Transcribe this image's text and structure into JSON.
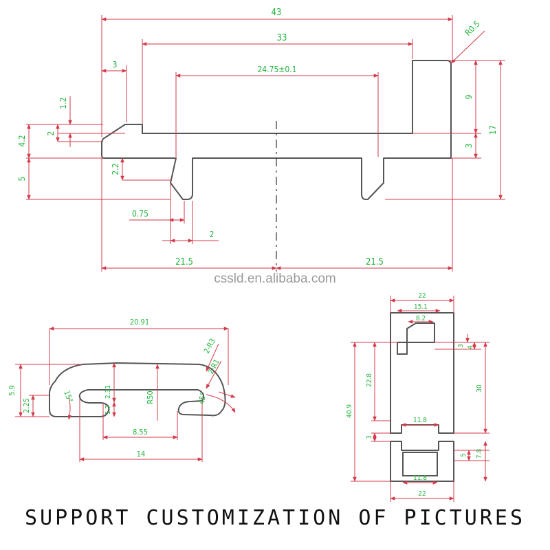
{
  "watermark": "cssld.en.alibaba.com",
  "caption": "SUPPORT CUSTOMIZATION OF PICTURES",
  "colors": {
    "profile": "#555555",
    "dimension_line": "#d23a4a",
    "dimension_text": "#22b43c",
    "center_line": "#333333"
  },
  "top_profile": {
    "dims": {
      "overall_width": "43",
      "inner_width": "33",
      "slot_width": "24.75±0.1",
      "corner_radius": "R0.5",
      "lip_width": "3",
      "lip_height": "1.2",
      "step": "2",
      "flange_height": "4.2",
      "leg_height": "5",
      "leg_notch": "2.2",
      "leg_radius": "0.75",
      "leg_width": "2",
      "upper_height": "9",
      "flange_thickness": "3",
      "total_height": "17",
      "half_left": "21.5",
      "half_right": "21.5"
    }
  },
  "bottom_left_profile": {
    "dims": {
      "width": "20.91",
      "height": "5.9",
      "side_height": "2.25",
      "chamfer_angle": "15°",
      "radius_top": "2-R3",
      "radius_inner": "2-R1",
      "slot_height": "2.31",
      "slot_inner": "1.7",
      "arc_radius": "R50",
      "angle_right": "45°",
      "slot_width": "8.55",
      "base_width": "14"
    }
  },
  "bottom_right_profile": {
    "dims": {
      "top_width": "22",
      "inner_width": "15.1",
      "neck_width": "8.2",
      "neck_gap": "3",
      "neck_depth": "4",
      "upper_height": "22.8",
      "right_height": "30",
      "total_height": "40.9",
      "mid_width": "11.8",
      "web": "3",
      "foot_gap": "5",
      "foot_height": "7.8",
      "foot_width": "11.8",
      "bottom_width": "22"
    }
  }
}
